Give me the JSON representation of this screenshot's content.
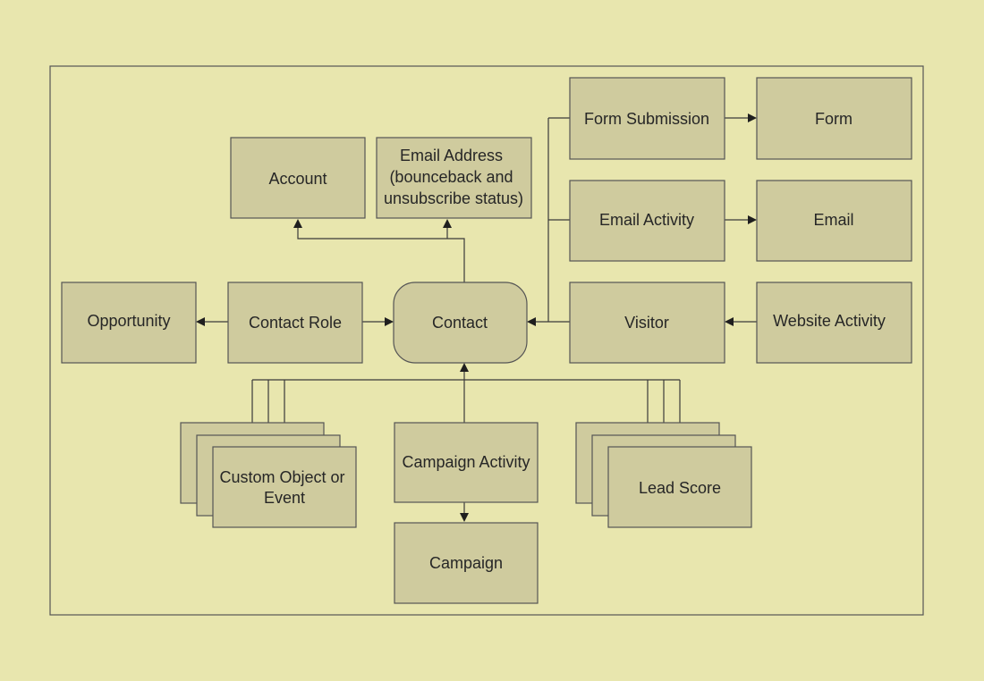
{
  "colors": {
    "background": "#e8e6ae",
    "box_fill": "#cfcb9e",
    "line": "#3a3a3a"
  },
  "nodes": {
    "account": {
      "lines": [
        "Account"
      ]
    },
    "email_address": {
      "lines": [
        "Email Address",
        "(bounceback and",
        "unsubscribe status)"
      ]
    },
    "form_submission": {
      "lines": [
        "Form Submission"
      ]
    },
    "form": {
      "lines": [
        "Form"
      ]
    },
    "email_activity": {
      "lines": [
        "Email Activity"
      ]
    },
    "email": {
      "lines": [
        "Email"
      ]
    },
    "opportunity": {
      "lines": [
        "Opportunity"
      ]
    },
    "contact_role": {
      "lines": [
        "Contact Role"
      ]
    },
    "contact": {
      "lines": [
        "Contact"
      ]
    },
    "visitor": {
      "lines": [
        "Visitor"
      ]
    },
    "website_activity": {
      "lines": [
        "Website Activity"
      ]
    },
    "custom_object": {
      "lines": [
        "Custom Object or",
        "Event"
      ]
    },
    "campaign_activity": {
      "lines": [
        "Campaign Activity"
      ]
    },
    "lead_score": {
      "lines": [
        "Lead Score"
      ]
    },
    "campaign": {
      "lines": [
        "Campaign"
      ]
    }
  },
  "edges": [
    {
      "from": "contact",
      "to": "account"
    },
    {
      "from": "contact",
      "to": "email_address"
    },
    {
      "from": "form_submission",
      "to": "form"
    },
    {
      "from": "email_activity",
      "to": "email"
    },
    {
      "from": "contact_role",
      "to": "opportunity"
    },
    {
      "from": "contact_role",
      "to": "contact"
    },
    {
      "from": "visitor",
      "to": "contact"
    },
    {
      "from": "form_submission",
      "to": "contact"
    },
    {
      "from": "email_activity",
      "to": "contact"
    },
    {
      "from": "website_activity",
      "to": "visitor"
    },
    {
      "from": "custom_object",
      "to": "contact"
    },
    {
      "from": "campaign_activity",
      "to": "contact"
    },
    {
      "from": "lead_score",
      "to": "contact"
    },
    {
      "from": "campaign_activity",
      "to": "campaign"
    }
  ]
}
